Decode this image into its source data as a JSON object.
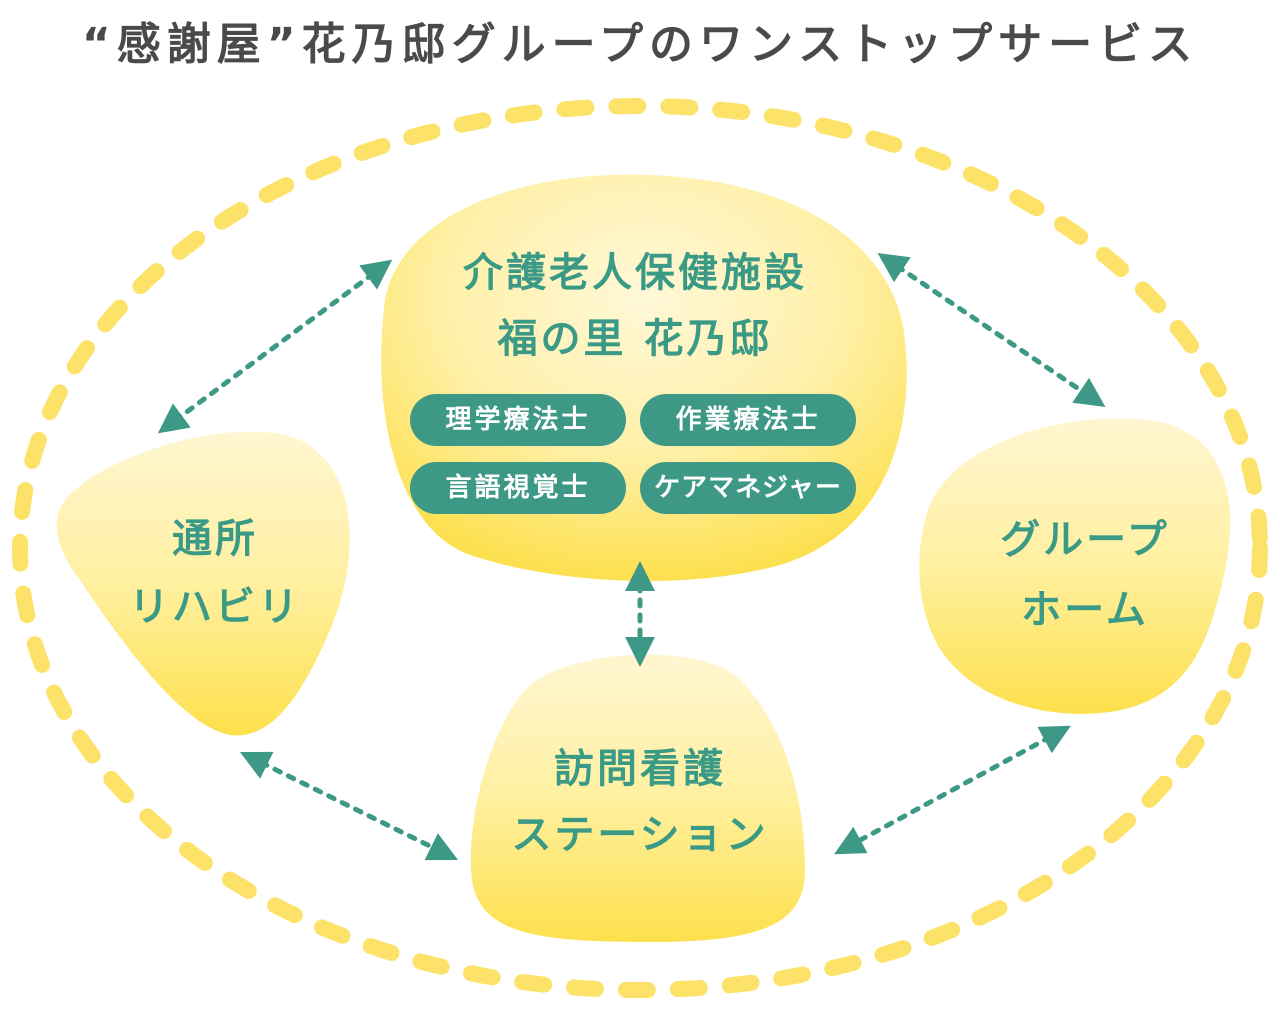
{
  "title": "“感謝屋”花乃邸グループのワンストップサービス",
  "colors": {
    "ring": "#fde26a",
    "blob_light": "#fff6cf",
    "blob_dark": "#fde04f",
    "teal": "#3d9986",
    "title": "#4a4a4a"
  },
  "nodes": {
    "center": {
      "line1": "介護老人保健施設",
      "line2": "福の里 花乃邸",
      "staff": [
        "理学療法士",
        "作業療法士",
        "言語視覚士",
        "ケアマネジャー"
      ]
    },
    "left": {
      "line1": "通所",
      "line2": "リハビリ"
    },
    "right": {
      "line1": "グループ",
      "line2": "ホーム"
    },
    "bottom": {
      "line1": "訪問看護",
      "line2": "ステーション"
    }
  },
  "connections": [
    [
      "center",
      "left"
    ],
    [
      "center",
      "right"
    ],
    [
      "center",
      "bottom"
    ],
    [
      "left",
      "bottom"
    ],
    [
      "right",
      "bottom"
    ]
  ]
}
